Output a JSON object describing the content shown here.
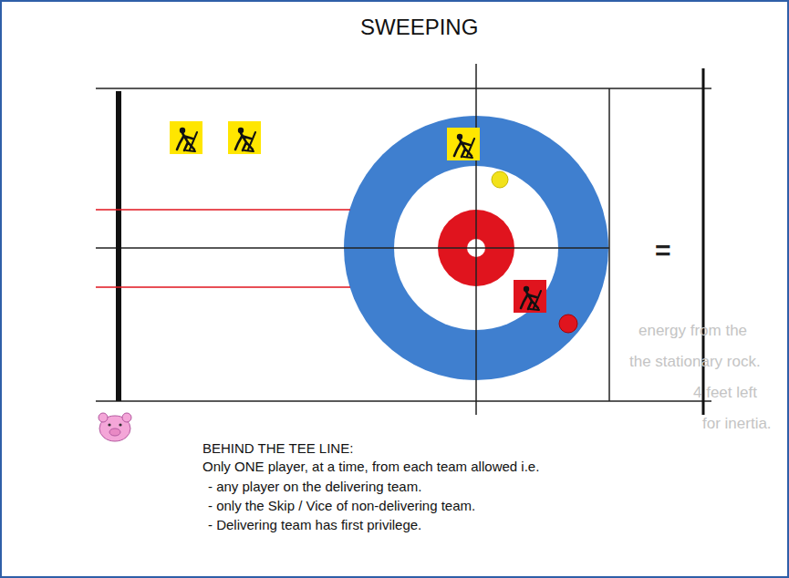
{
  "diagram": {
    "title": "SWEEPING",
    "labels": [
      "=",
      "energy from the",
      "the stationary rock.",
      "4 feet left",
      "for inertia.",
      "BEHIND THE TEE LINE:",
      "Only ONE player, at a time, from each team allowed i.e.",
      "-     any player on the delivering team.",
      "-     only the Skip / Vice of non-delivering team.",
      "-     Delivering team has first privilege."
    ]
  }
}
